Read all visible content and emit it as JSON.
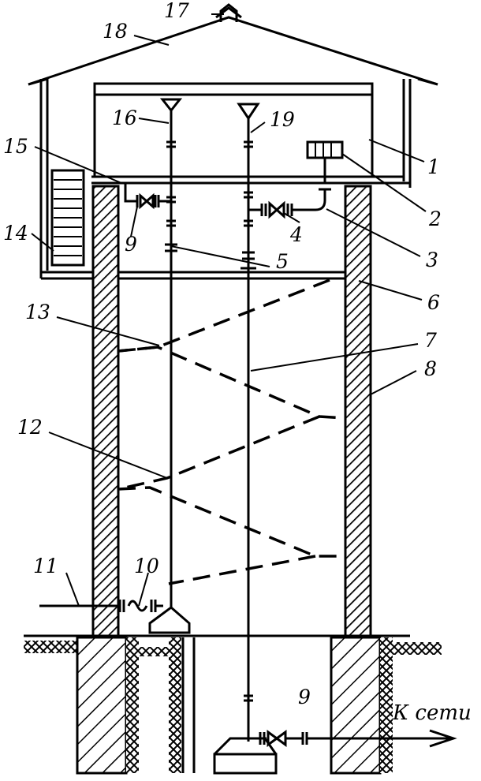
{
  "labels": {
    "l1": "1",
    "l2": "2",
    "l3": "3",
    "l4": "4",
    "l5": "5",
    "l6": "6",
    "l7": "7",
    "l8": "8",
    "l9a": "9",
    "l9b": "9",
    "l10": "10",
    "l11": "11",
    "l12": "12",
    "l13": "13",
    "l14": "14",
    "l15": "15",
    "l16": "16",
    "l17": "17",
    "l18": "18",
    "l19": "19"
  },
  "note": "К сети"
}
